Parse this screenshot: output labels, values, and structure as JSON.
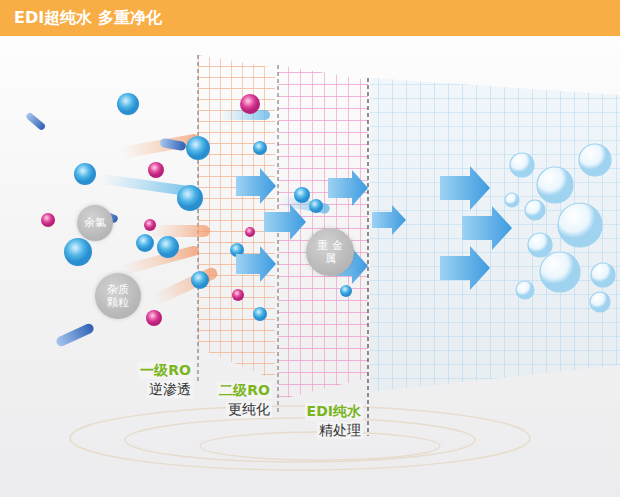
{
  "diagram": {
    "title": "EDI超纯水 多重净化",
    "nodes": [
      {
        "text": [
          "余氯"
        ]
      },
      {
        "text": [
          "杂质 颗粒"
        ]
      },
      {
        "text": [
          "重 金属"
        ]
      }
    ],
    "labels": [
      "一级RO",
      "逆渗透",
      "二级RO",
      "更纯化",
      "EDI纯水",
      "精处理"
    ]
  }
}
